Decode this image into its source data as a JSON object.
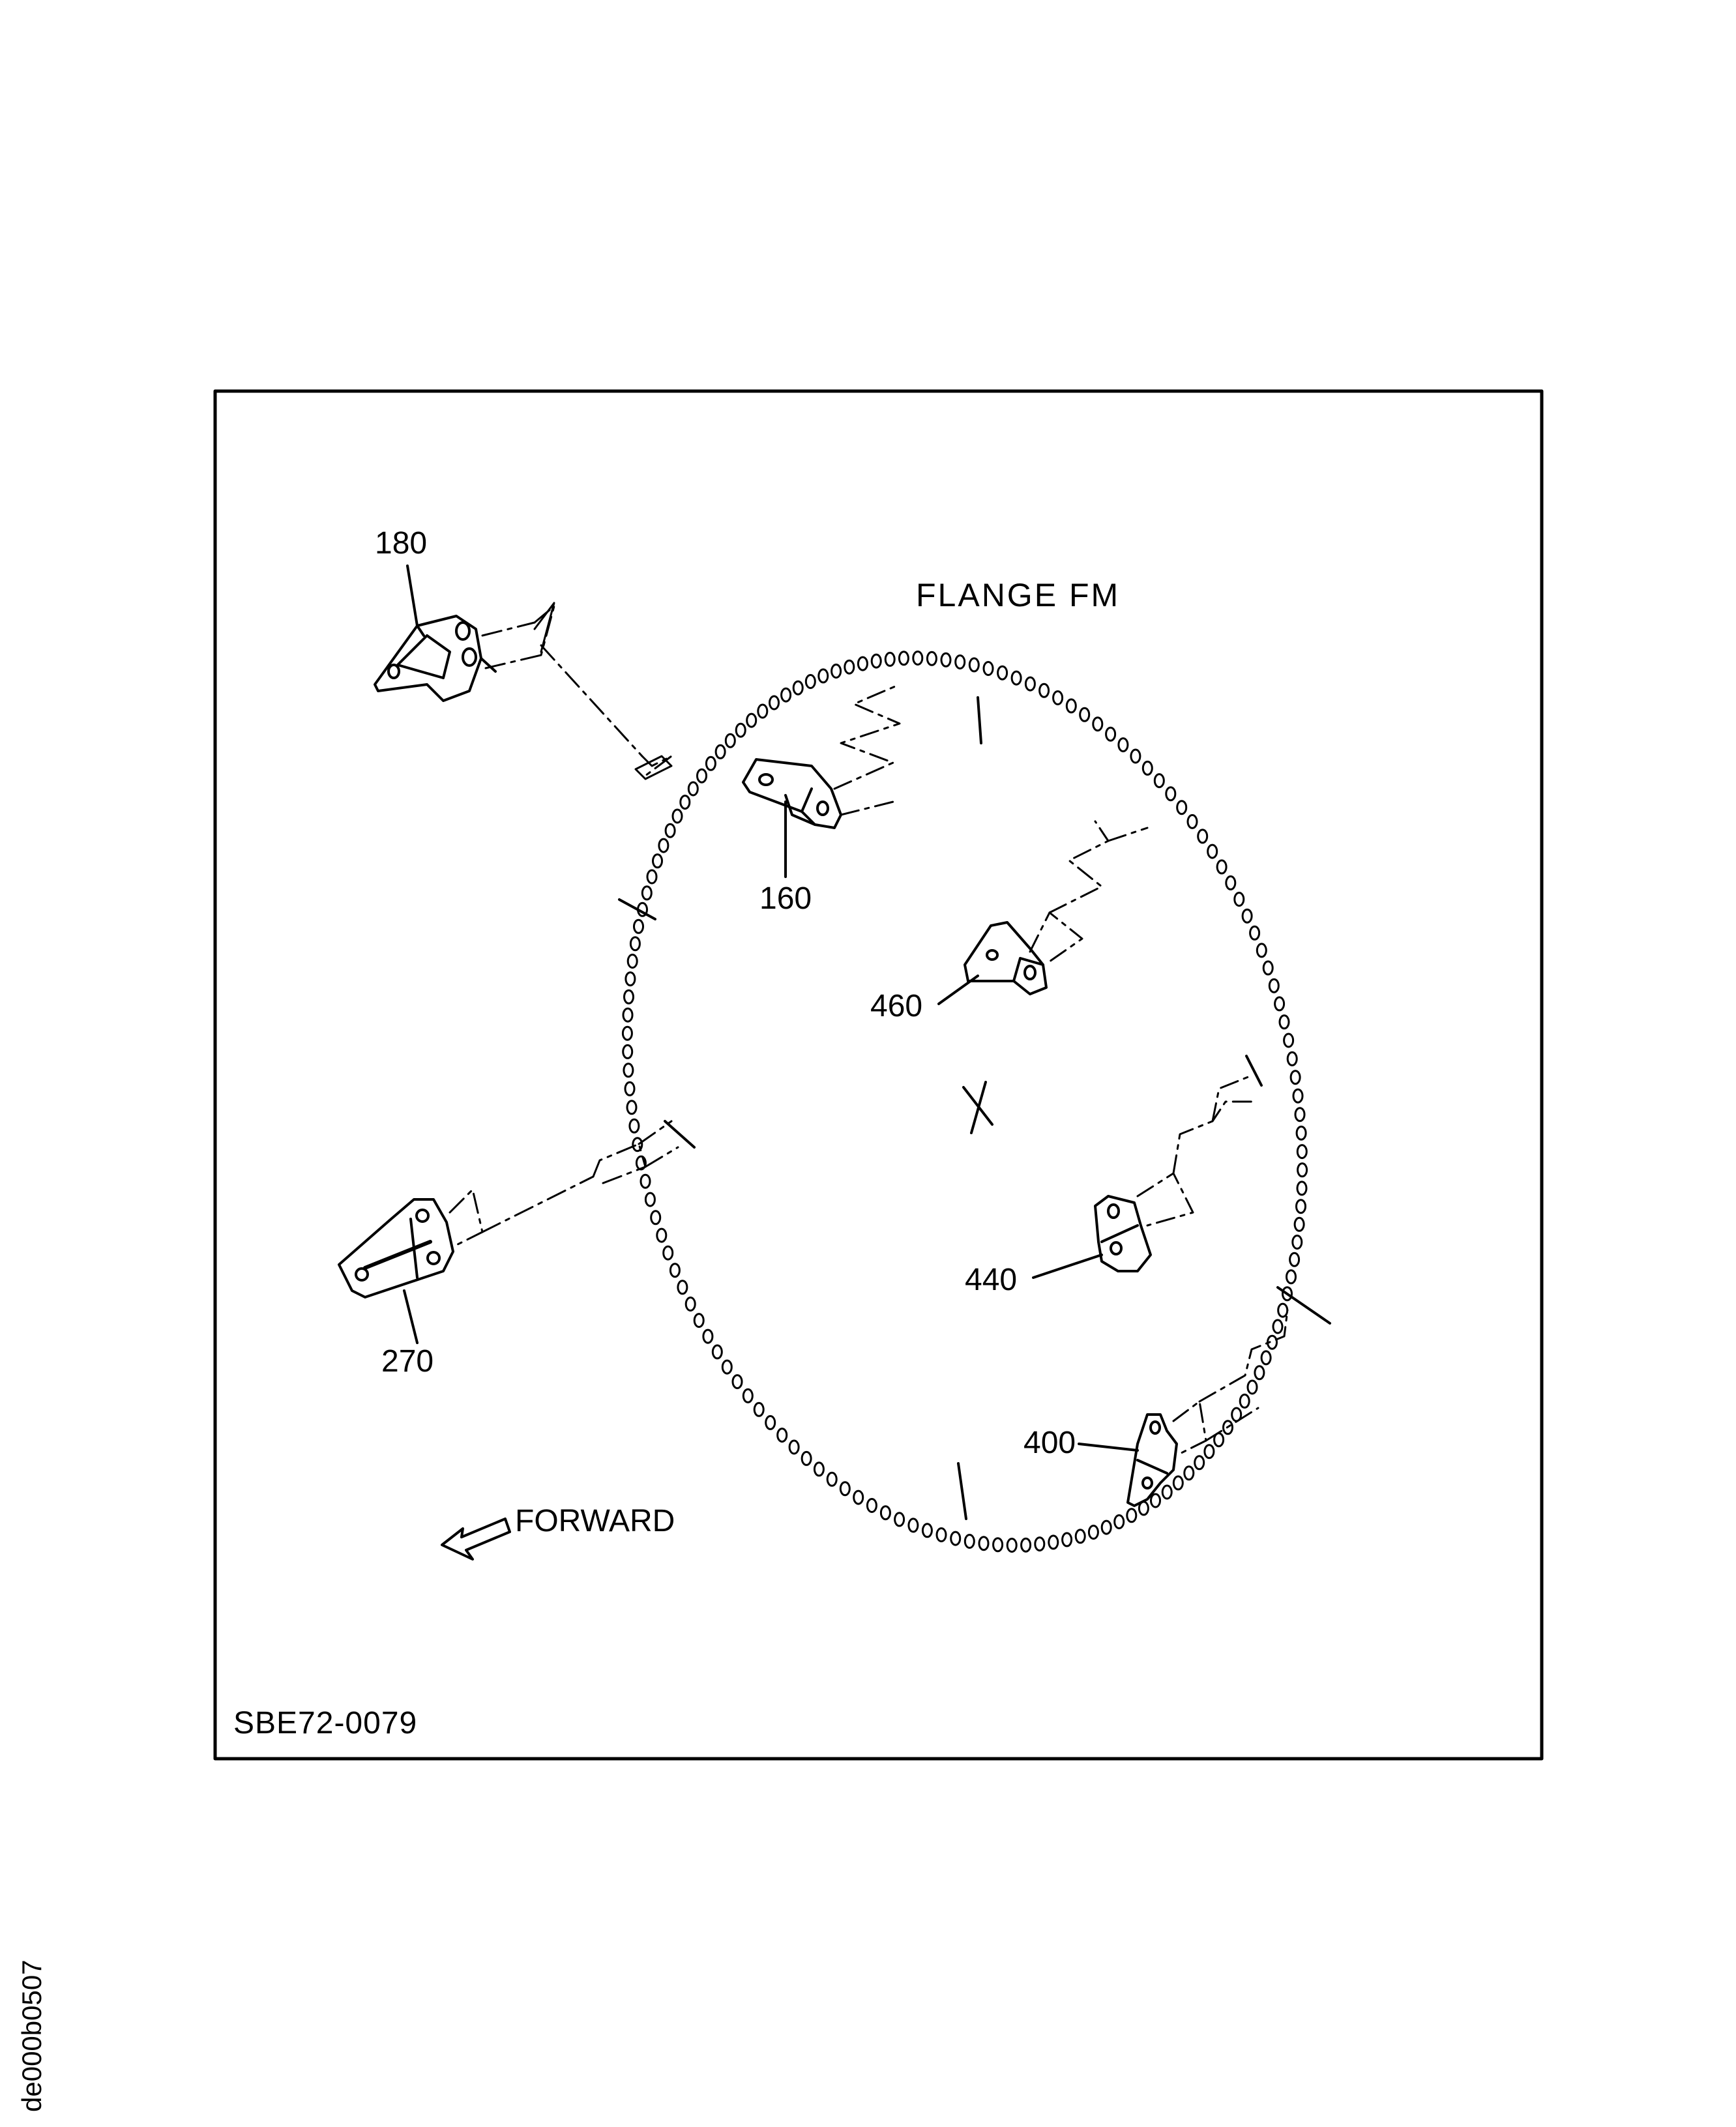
{
  "flange_label": "FLANGE FM",
  "forward_label": "FORWARD",
  "figure_id": "SBE72-0079",
  "side_code": "de000b0507",
  "callouts": {
    "c180": "180",
    "c160": "160",
    "c460": "460",
    "c270": "270",
    "c440": "440",
    "c400": "400"
  }
}
